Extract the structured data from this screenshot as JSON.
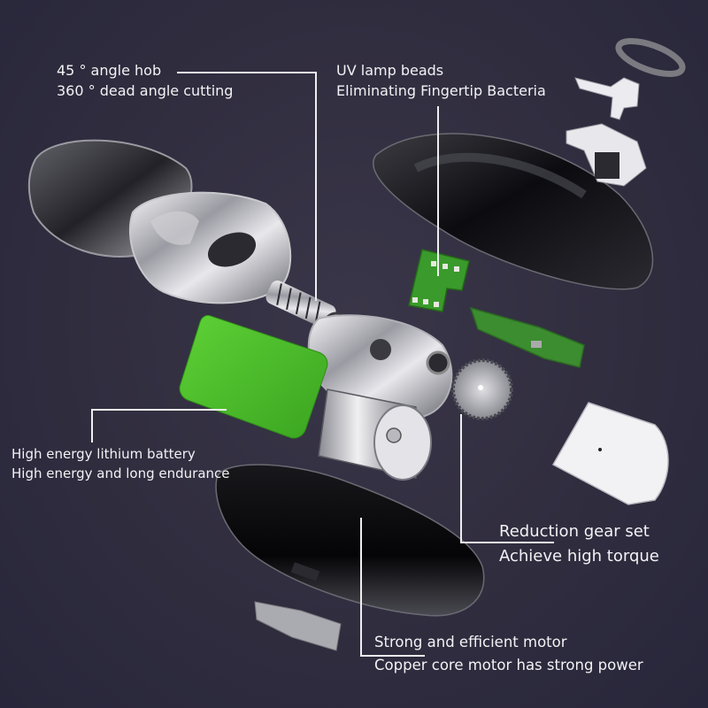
{
  "diagram": {
    "type": "exploded-product-view",
    "subject": "electric nail trimmer components",
    "background_color": "#302d3f",
    "accent_colors": {
      "battery_green": "#4cbf2a",
      "pcb_green": "#3a9a2c",
      "label_text": "#f2f2f4",
      "leader_line": "#eeeeee"
    }
  },
  "callouts": {
    "hob": {
      "line1": "45 ° angle hob",
      "line2": "360 ° dead angle cutting"
    },
    "uv": {
      "line1": "UV lamp beads",
      "line2": "Eliminating Fingertip Bacteria"
    },
    "battery": {
      "line1": "High energy lithium battery",
      "line2": "High energy and long endurance"
    },
    "gear": {
      "line1": "Reduction gear set",
      "line2": "Achieve high torque"
    },
    "motor": {
      "line1": "Strong and efficient motor",
      "line2": "Copper core motor has strong power"
    }
  },
  "components": [
    "transparent-cover",
    "cutter-head",
    "hob-blade",
    "lithium-battery",
    "uv-led-board",
    "gear-housing",
    "reduction-gear",
    "motor",
    "top-shell",
    "bottom-shell",
    "side-pcb",
    "end-cap",
    "switch-bracket",
    "button-frame",
    "lens-ring",
    "clip-part"
  ]
}
